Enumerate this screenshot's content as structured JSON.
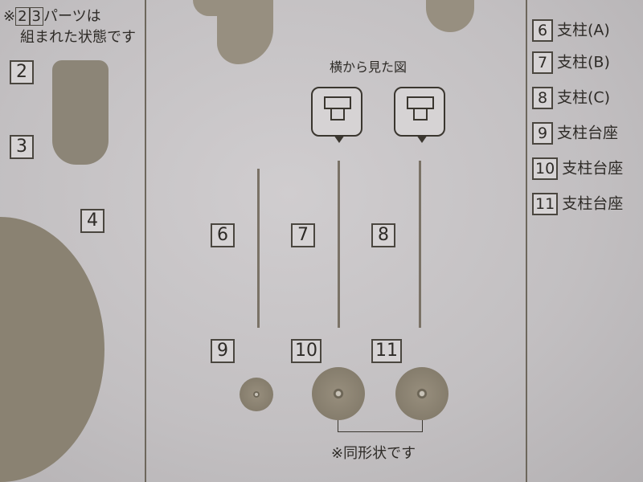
{
  "note": {
    "line1": "※",
    "parts": [
      "2",
      "3"
    ],
    "line1_suffix": "パーツは",
    "line2": "組まれた状態です"
  },
  "left_labels": [
    "2",
    "3",
    "4"
  ],
  "side_view_caption": "横から見た図",
  "rod_labels": [
    "6",
    "7",
    "8"
  ],
  "base_labels": [
    "9",
    "10",
    "11"
  ],
  "same_shape_note": "※同形状です",
  "parts_list": [
    {
      "num": "6",
      "name": "支柱(A)"
    },
    {
      "num": "7",
      "name": "支柱(B)"
    },
    {
      "num": "8",
      "name": "支柱(C)"
    },
    {
      "num": "9",
      "name": "支柱台座"
    },
    {
      "num": "10",
      "name": "支柱台座"
    },
    {
      "num": "11",
      "name": "支柱台座"
    }
  ]
}
